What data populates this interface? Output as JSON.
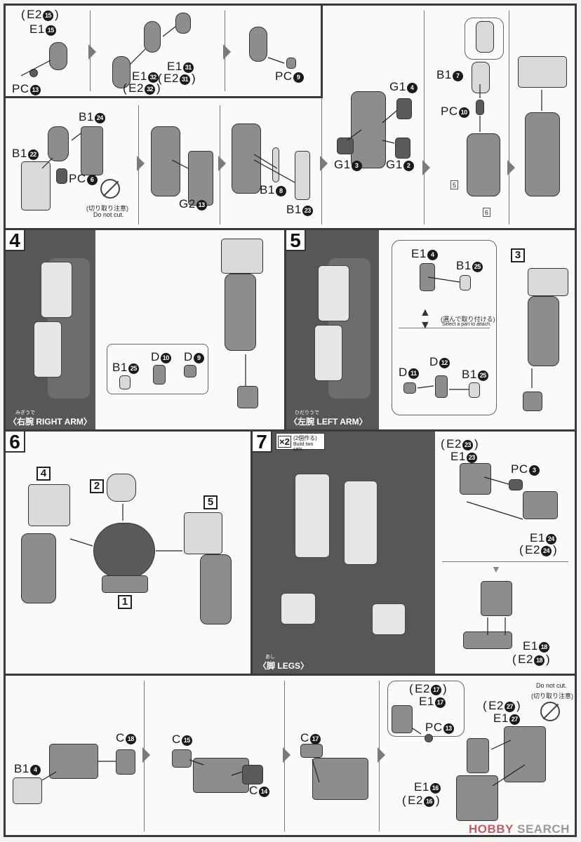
{
  "labels": [
    {
      "part": "E2",
      "num": "15"
    },
    {
      "part": "E1",
      "num": "15"
    },
    {
      "part": "PC",
      "num": "13"
    },
    {
      "part": "E1",
      "num": "31"
    },
    {
      "part": "E2",
      "num": "31"
    },
    {
      "part": "E1",
      "num": "32"
    },
    {
      "part": "E2",
      "num": "32"
    },
    {
      "part": "PC",
      "num": "9"
    },
    {
      "part": "B1",
      "num": "24"
    },
    {
      "part": "B1",
      "num": "22"
    },
    {
      "part": "PC",
      "num": "6"
    },
    {
      "part": "G2",
      "num": "13"
    },
    {
      "part": "B1",
      "num": "8"
    },
    {
      "part": "B1",
      "num": "23"
    },
    {
      "part": "G1",
      "num": "4"
    },
    {
      "part": "G1",
      "num": "3"
    },
    {
      "part": "G1",
      "num": "2"
    },
    {
      "part": "B1",
      "num": "7"
    },
    {
      "part": "PC",
      "num": "10"
    },
    {
      "part": "B1",
      "num": "25"
    },
    {
      "part": "D",
      "num": "10"
    },
    {
      "part": "D",
      "num": "9"
    },
    {
      "part": "E1",
      "num": "4"
    },
    {
      "part": "B1",
      "num": "25"
    },
    {
      "part": "D",
      "num": "11"
    },
    {
      "part": "D",
      "num": "12"
    },
    {
      "part": "B1",
      "num": "25"
    },
    {
      "part": "E2",
      "num": "23"
    },
    {
      "part": "E1",
      "num": "23"
    },
    {
      "part": "PC",
      "num": "3"
    },
    {
      "part": "E1",
      "num": "24"
    },
    {
      "part": "E2",
      "num": "24"
    },
    {
      "part": "E1",
      "num": "18"
    },
    {
      "part": "E2",
      "num": "18"
    },
    {
      "part": "C",
      "num": "18"
    },
    {
      "part": "B1",
      "num": "4"
    },
    {
      "part": "C",
      "num": "15"
    },
    {
      "part": "C",
      "num": "14"
    },
    {
      "part": "C",
      "num": "17"
    },
    {
      "part": "E2",
      "num": "17"
    },
    {
      "part": "E1",
      "num": "17"
    },
    {
      "part": "PC",
      "num": "13"
    },
    {
      "part": "E2",
      "num": "27"
    },
    {
      "part": "E1",
      "num": "27"
    },
    {
      "part": "E1",
      "num": "16"
    },
    {
      "part": "E2",
      "num": "16"
    }
  ],
  "steps": [
    "4",
    "5",
    "6",
    "7"
  ],
  "sub_refs": {
    "callout_5": "5",
    "callout_6": "6",
    "ref_3": "3",
    "ref_4": "4",
    "ref_2": "2",
    "ref_5": "5",
    "ref_1": "1"
  },
  "captions": {
    "right_arm": {
      "ruby": "みぎうで",
      "jp": "右腕",
      "en": "RIGHT ARM"
    },
    "left_arm": {
      "ruby": "ひだりうで",
      "jp": "左腕",
      "en": "LEFT ARM"
    },
    "legs": {
      "ruby": "あし",
      "jp": "脚",
      "en": "LEGS"
    }
  },
  "notes": {
    "do_not_cut_jp": "(切り取り注意)",
    "do_not_cut_en": "Do not cut.",
    "select_jp": "(選んで取り付ける)",
    "select_en": "Select a part to attach.",
    "build_count": "×2",
    "build_jp": "(2個作る)",
    "build_en": "Build two sets."
  },
  "watermark": {
    "brand": "HOBBY",
    "suffix": " SEARCH"
  }
}
